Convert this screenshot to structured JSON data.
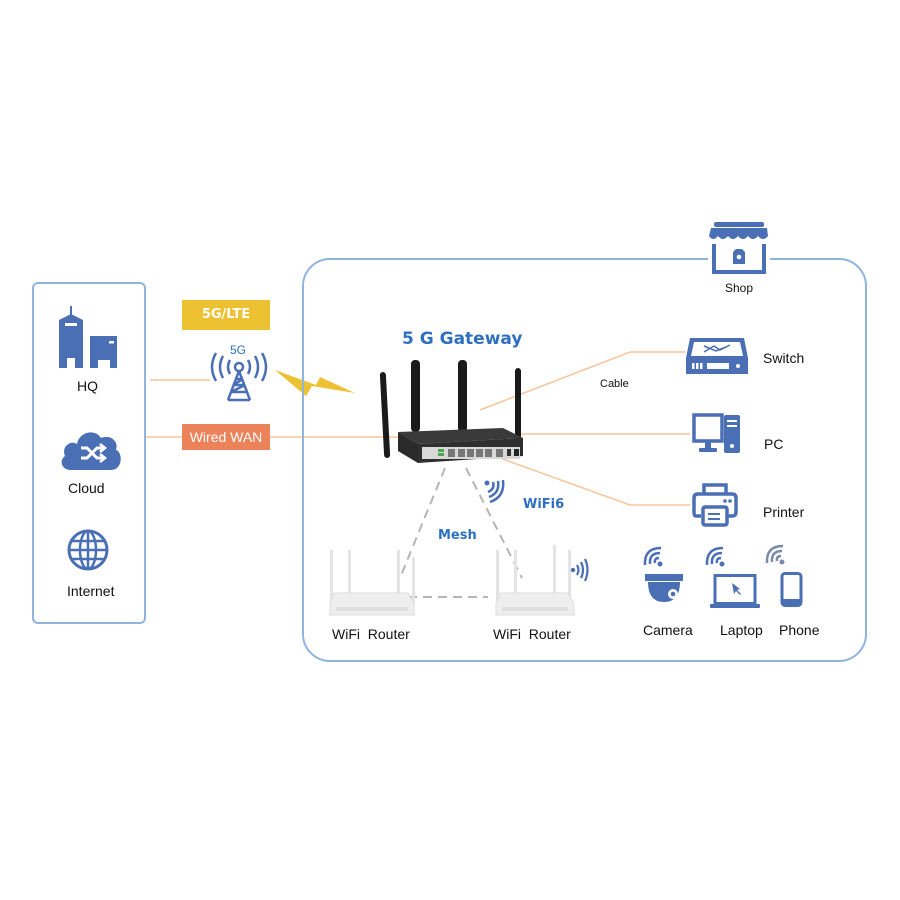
{
  "colors": {
    "icon_blue": "#4a6fb5",
    "panel_border": "#8fb4de",
    "title_blue": "#2e6fc0",
    "cable_orange": "#f7c59a",
    "lte_tag": "#ecc232",
    "wan_tag": "#ec825a",
    "mesh_dash": "#b5b5b5"
  },
  "external": {
    "items": [
      {
        "label": "HQ",
        "icon": "office-building-icon"
      },
      {
        "label": "Cloud",
        "icon": "cloud-shuffle-icon"
      },
      {
        "label": "Internet",
        "icon": "globe-icon"
      }
    ]
  },
  "links": {
    "lte_label": "5G/LTE",
    "tower_label": "5G",
    "wan_label": "Wired WAN",
    "cable_label": "Cable",
    "mesh_label": "Mesh",
    "wifi_label": "WiFi6"
  },
  "gateway": {
    "title": "5 G Gateway"
  },
  "shop": {
    "label": "Shop",
    "wired_devices": [
      {
        "label": "Switch",
        "icon": "switch-icon"
      },
      {
        "label": "PC",
        "icon": "desktop-pc-icon"
      },
      {
        "label": "Printer",
        "icon": "printer-icon"
      }
    ],
    "routers": [
      {
        "label": "WiFi  Router"
      },
      {
        "label": "WiFi  Router"
      }
    ],
    "wireless_devices": [
      {
        "label": "Camera",
        "icon": "dome-camera-icon"
      },
      {
        "label": "Laptop",
        "icon": "laptop-icon"
      },
      {
        "label": "Phone",
        "icon": "smartphone-icon"
      }
    ]
  }
}
